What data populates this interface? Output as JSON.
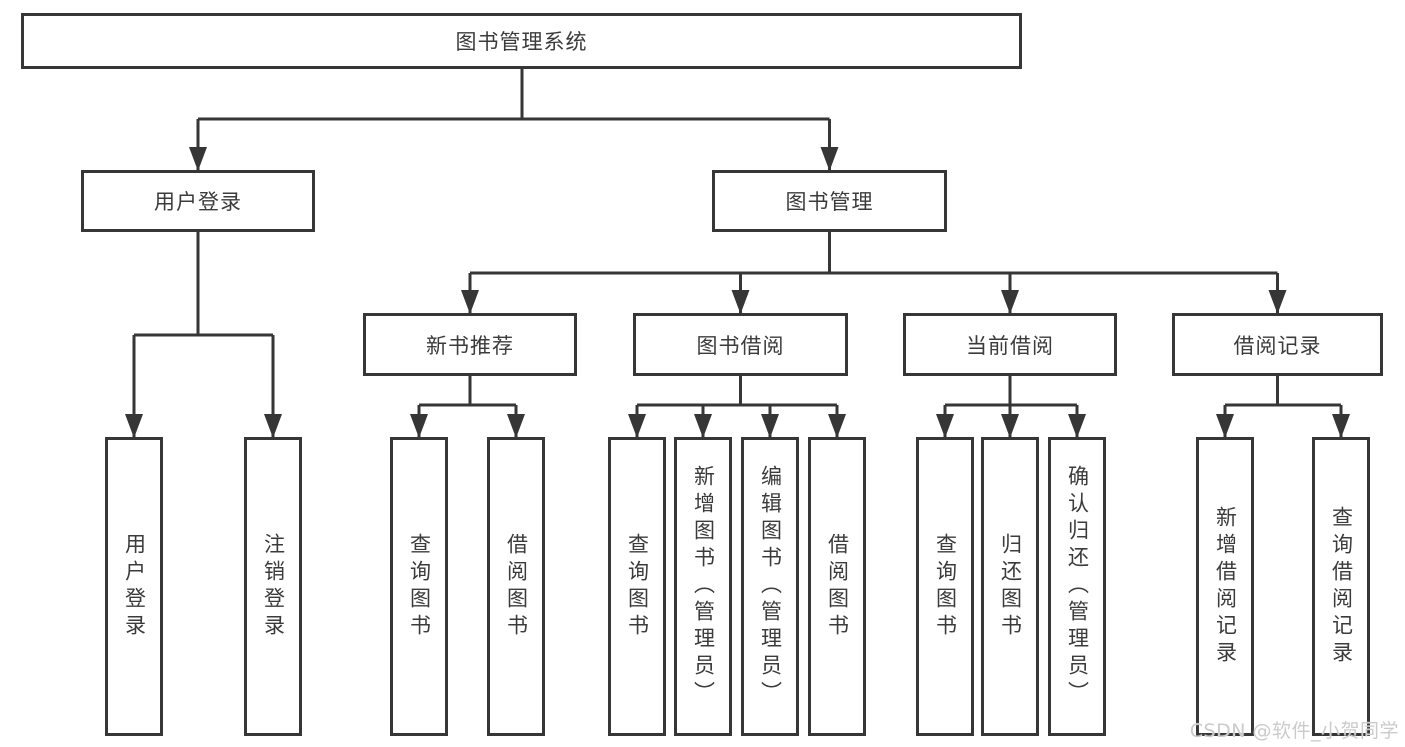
{
  "diagram": {
    "title": "图书管理系统",
    "root": "图书管理系统",
    "level2": [
      "用户登录",
      "图书管理"
    ],
    "level3": [
      "新书推荐",
      "图书借阅",
      "当前借阅",
      "借阅记录"
    ],
    "leaves": [
      "用户登录",
      "注销登录",
      "查询图书",
      "借阅图书",
      "查询图书",
      "新增图书（管理员）",
      "编辑图书（管理员）",
      "借阅图书",
      "查询图书",
      "归还图书",
      "确认归还（管理员）",
      "新增借阅记录",
      "查询借阅记录"
    ],
    "edges": [
      [
        "图书管理系统",
        "用户登录"
      ],
      [
        "图书管理系统",
        "图书管理"
      ],
      [
        "用户登录",
        "用户登录(叶)"
      ],
      [
        "用户登录",
        "注销登录"
      ],
      [
        "图书管理",
        "新书推荐"
      ],
      [
        "图书管理",
        "图书借阅"
      ],
      [
        "图书管理",
        "当前借阅"
      ],
      [
        "图书管理",
        "借阅记录"
      ],
      [
        "新书推荐",
        "查询图书"
      ],
      [
        "新书推荐",
        "借阅图书"
      ],
      [
        "图书借阅",
        "查询图书"
      ],
      [
        "图书借阅",
        "新增图书（管理员）"
      ],
      [
        "图书借阅",
        "编辑图书（管理员）"
      ],
      [
        "图书借阅",
        "借阅图书"
      ],
      [
        "当前借阅",
        "查询图书"
      ],
      [
        "当前借阅",
        "归还图书"
      ],
      [
        "当前借阅",
        "确认归还（管理员）"
      ],
      [
        "借阅记录",
        "新增借阅记录"
      ],
      [
        "借阅记录",
        "查询借阅记录"
      ]
    ]
  },
  "colors": {
    "line": "#363636",
    "box_border": "#363636",
    "text": "#3b3b3b",
    "background": "#ffffff",
    "watermark": "#cbcbcb"
  },
  "watermark": "CSDN @软件_小贺同学"
}
